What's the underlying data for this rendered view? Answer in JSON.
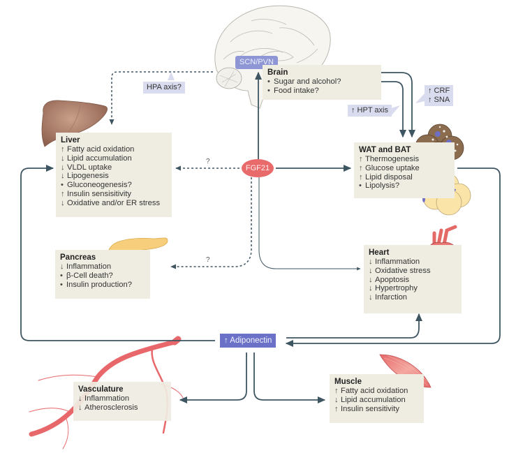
{
  "title": "FGF21 and adiponectin signalling across organs",
  "colors": {
    "box_bg": "#efede2",
    "arrow": "#3e5562",
    "fgf21": "#e86a6a",
    "adiponectin": "#6b71c7",
    "scn_pvn": "#8f96d6",
    "tag_bg": "#d9dbee"
  },
  "nodes": {
    "fgf21": "FGF21",
    "adiponectin": "↑ Adiponectin",
    "scn_pvn": "SCN/PVN"
  },
  "tags": {
    "hpa": "HPA axis?",
    "hpt": "↑ HPT axis",
    "crf": "↑ CRF",
    "sna": "↑ SNA"
  },
  "question_marks": {
    "liver_link": "?",
    "pancreas_link": "?"
  },
  "organs": {
    "brain": {
      "title": "Brain",
      "items": [
        {
          "sym": "•",
          "text": "Sugar and alcohol?"
        },
        {
          "sym": "•",
          "text": "Food intake?"
        }
      ]
    },
    "liver": {
      "title": "Liver",
      "items": [
        {
          "sym": "↑",
          "text": "Fatty acid oxidation"
        },
        {
          "sym": "↓",
          "text": "Lipid accumulation"
        },
        {
          "sym": "↓",
          "text": "VLDL uptake"
        },
        {
          "sym": "↓",
          "text": "Lipogenesis"
        },
        {
          "sym": "•",
          "text": "Gluconeogenesis?"
        },
        {
          "sym": "↑",
          "text": "Insulin sensisitivity"
        },
        {
          "sym": "↓",
          "text": "Oxidative and/or ER stress"
        }
      ]
    },
    "wat_bat": {
      "title": "WAT and BAT",
      "items": [
        {
          "sym": "↑",
          "text": "Thermogenesis"
        },
        {
          "sym": "↑",
          "text": "Glucose uptake"
        },
        {
          "sym": "↑",
          "text": "Lipid disposal"
        },
        {
          "sym": "•",
          "text": "Lipolysis?"
        }
      ]
    },
    "pancreas": {
      "title": "Pancreas",
      "items": [
        {
          "sym": "↓",
          "text": "Inflammation"
        },
        {
          "sym": "•",
          "text": "β-Cell death?"
        },
        {
          "sym": "•",
          "text": "Insulin production?"
        }
      ]
    },
    "heart": {
      "title": "Heart",
      "items": [
        {
          "sym": "↓",
          "text": "Inflammation"
        },
        {
          "sym": "↓",
          "text": "Oxidative stress"
        },
        {
          "sym": "↓",
          "text": "Apoptosis"
        },
        {
          "sym": "↓",
          "text": "Hypertrophy"
        },
        {
          "sym": "↓",
          "text": "Infarction"
        }
      ]
    },
    "vasculature": {
      "title": "Vasculature",
      "items": [
        {
          "sym": "↓",
          "text": "Inflammation"
        },
        {
          "sym": "↓",
          "text": "Atherosclerosis"
        }
      ]
    },
    "muscle": {
      "title": "Muscle",
      "items": [
        {
          "sym": "↑",
          "text": "Fatty acid oxidation"
        },
        {
          "sym": "↓",
          "text": "Lipid accumulation"
        },
        {
          "sym": "↑",
          "text": "Insulin sensitivity"
        }
      ]
    }
  }
}
